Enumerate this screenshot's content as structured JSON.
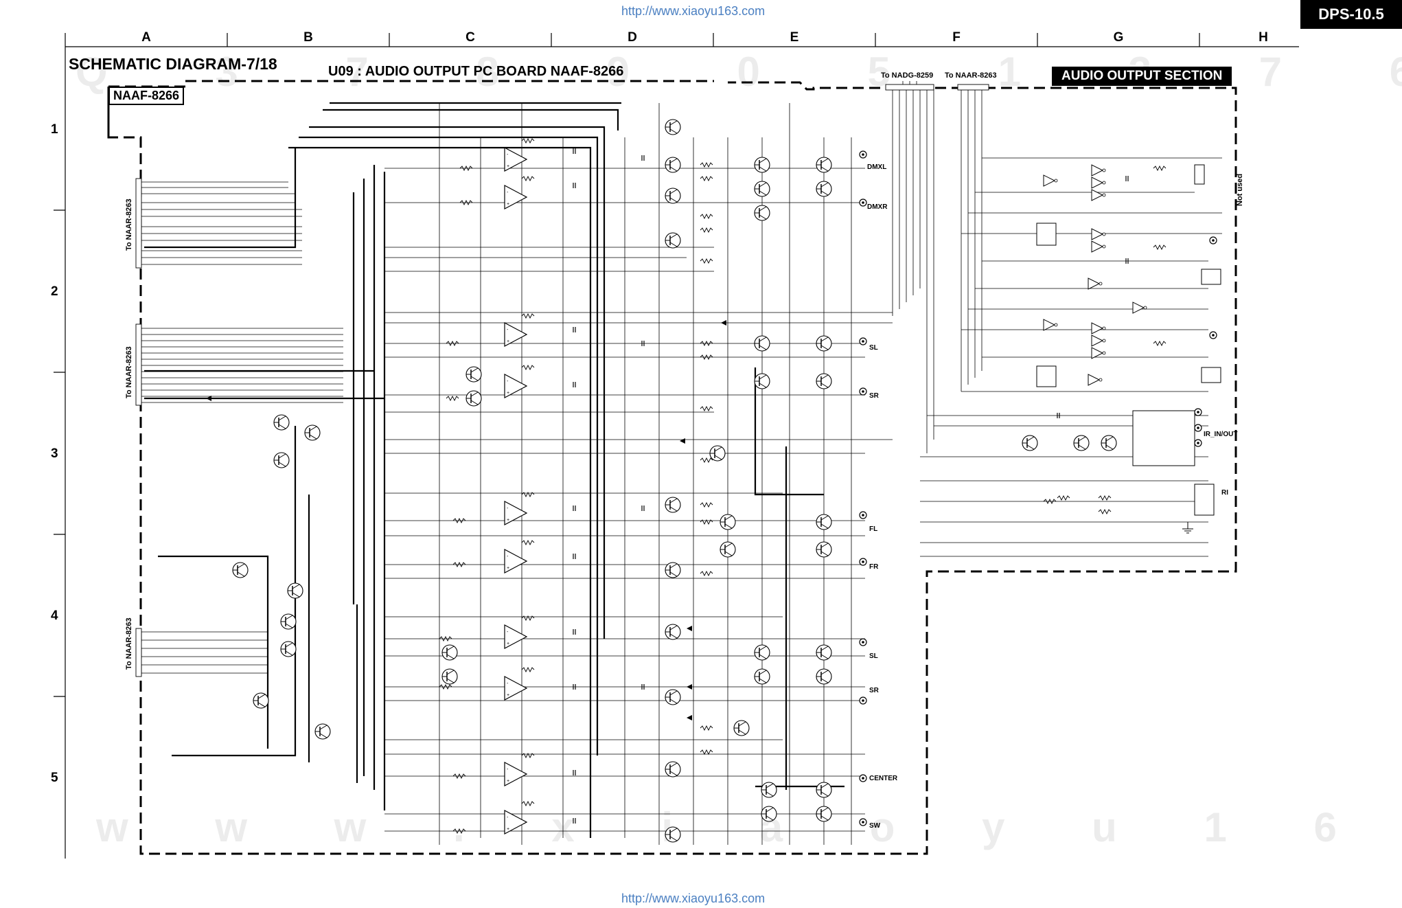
{
  "header": {
    "url_top": "http://www.xiaoyu163.com",
    "url_bottom": "http://www.xiaoyu163.com",
    "model": "DPS-10.5"
  },
  "grid": {
    "columns": [
      "A",
      "B",
      "C",
      "D",
      "E",
      "F",
      "G",
      "H"
    ],
    "rows": [
      "1",
      "2",
      "3",
      "4",
      "5"
    ]
  },
  "diagram": {
    "title": "SCHEMATIC DIAGRAM-7/18",
    "board_title": "U09 : AUDIO OUTPUT PC BOARD   NAAF-8266",
    "board_tag": "NAAF-8266",
    "section_label": "AUDIO OUTPUT SECTION",
    "top_connectors": [
      "To NADG-8259",
      "To NAAR-8263"
    ],
    "side_connectors": [
      "To NAAR-8263",
      "To NAAR-8263",
      "To NAAR-8263"
    ],
    "not_used": "Not used",
    "outputs": [
      "DMXL",
      "DMXR",
      "SL",
      "SR",
      "FL",
      "FR",
      "SL",
      "SR",
      "CENTER",
      "SW",
      "IR_IN/OUT",
      "RI"
    ]
  },
  "colors": {
    "ink": "#000000",
    "link": "#4a7fc1",
    "watermark": "#e8e8e8"
  },
  "icons": [
    "transistor-symbol",
    "opamp-symbol",
    "resistor-symbol",
    "capacitor-symbol",
    "diode-symbol",
    "jack-symbol",
    "ground-symbol"
  ]
}
